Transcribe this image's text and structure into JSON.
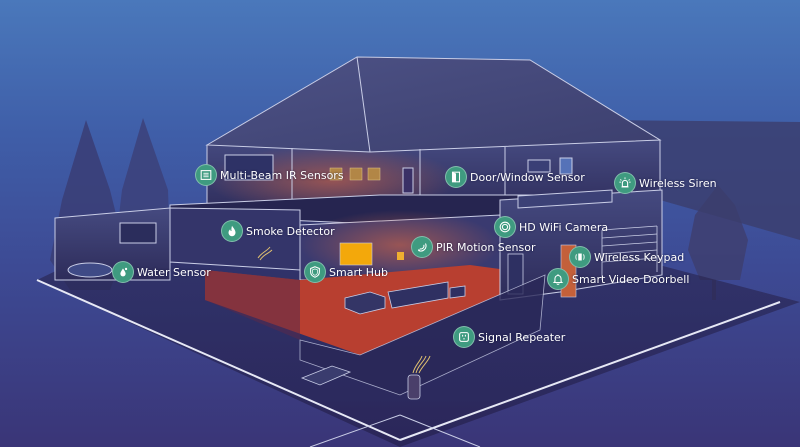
{
  "title": "Smart Home Security System Diagram",
  "colors": {
    "sky_top": "#4a78bb",
    "sky_bottom": "#3a3577",
    "house_fill": "#474b7d",
    "wire": "#c9cde6",
    "badge": "#3f9b80",
    "accent_floor": "#b83f30",
    "tv": "#f3a80b"
  },
  "devices": [
    {
      "id": "multi-beam-ir",
      "label": "Multi-Beam IR Sensors",
      "icon": "ir-beam-icon"
    },
    {
      "id": "door-window",
      "label": "Door/Window Sensor",
      "icon": "door-icon"
    },
    {
      "id": "wireless-siren",
      "label": "Wireless Siren",
      "icon": "siren-icon"
    },
    {
      "id": "smoke-detector",
      "label": "Smoke Detector",
      "icon": "flame-icon"
    },
    {
      "id": "hd-wifi-camera",
      "label": "HD WiFi Camera",
      "icon": "camera-icon"
    },
    {
      "id": "pir-motion",
      "label": "PIR Motion Sensor",
      "icon": "motion-icon"
    },
    {
      "id": "wireless-keypad",
      "label": "Wireless Keypad",
      "icon": "keypad-icon"
    },
    {
      "id": "water-sensor",
      "label": "Water Sensor",
      "icon": "water-drop-icon"
    },
    {
      "id": "smart-hub",
      "label": "Smart Hub",
      "icon": "shield-icon"
    },
    {
      "id": "video-doorbell",
      "label": "Smart Video Doorbell",
      "icon": "bell-icon"
    },
    {
      "id": "signal-repeater",
      "label": "Signal Repeater",
      "icon": "plug-icon"
    }
  ]
}
